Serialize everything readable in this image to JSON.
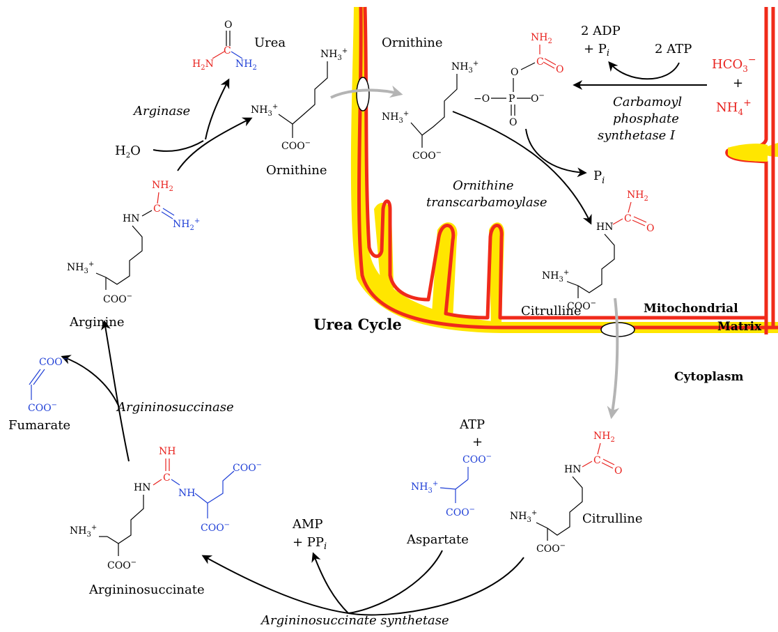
{
  "texts": {
    "urea": "Urea",
    "arginase": "Arginase",
    "h2o": "H",
    "h2o_sub": "2",
    "h2o_o": "O",
    "ornithine_cyto": "Ornithine",
    "ornithine_mito": "Ornithine",
    "arginine": "Arginine",
    "fumarate": "Fumarate",
    "argininosuccinase": "Argininosuccinase",
    "argininosuccinate": "Argininosuccinate",
    "as_synthetase": "Argininosuccinate synthetase",
    "aspartate": "Aspartate",
    "citrulline_mito": "Citrulline",
    "citrulline_cyto": "Citrulline",
    "amp": "AMP",
    "ppi": "+ PP",
    "atp": "ATP",
    "plus": "+",
    "urea_cycle": "Urea Cycle",
    "mito_matrix_1": "Mitochondrial",
    "mito_matrix_2": "Matrix",
    "cytoplasm": "Cytoplasm",
    "otc_1": "Ornithine",
    "otc_2": "transcarbamoylase",
    "cps_1": "Carbamoyl",
    "cps_2": "phosphate",
    "cps_3": "synthetase I",
    "two_adp": "2 ADP",
    "plus_pi": "+ P",
    "two_atp": "2 ATP",
    "pi": "P",
    "italic_i": "i",
    "hco3": "HCO",
    "hco3_sub": "3",
    "hco3_charge": "−",
    "nh4": "NH",
    "nh4_sub": "4",
    "nh4_charge": "+",
    "plus_small": "+"
  },
  "atoms": {
    "nh2": "NH",
    "nh3": "NH",
    "h2n": "H",
    "hn": "HN",
    "nh": "NH",
    "coo": "COO",
    "minus": "−",
    "plus": "+",
    "two": "2",
    "three": "3",
    "n": "N",
    "o": "O",
    "c": "C",
    "p": "P",
    "o_minus": "O",
    "neg_o": "−O"
  },
  "colors": {
    "nitrogen_from_nh4": "#e8221e",
    "nitrogen_from_aspartate": "#1f3fd6",
    "membrane_outer": "#f02a1a",
    "membrane_fill": "#ffe600",
    "transport_arrow": "#b4b4b4"
  }
}
